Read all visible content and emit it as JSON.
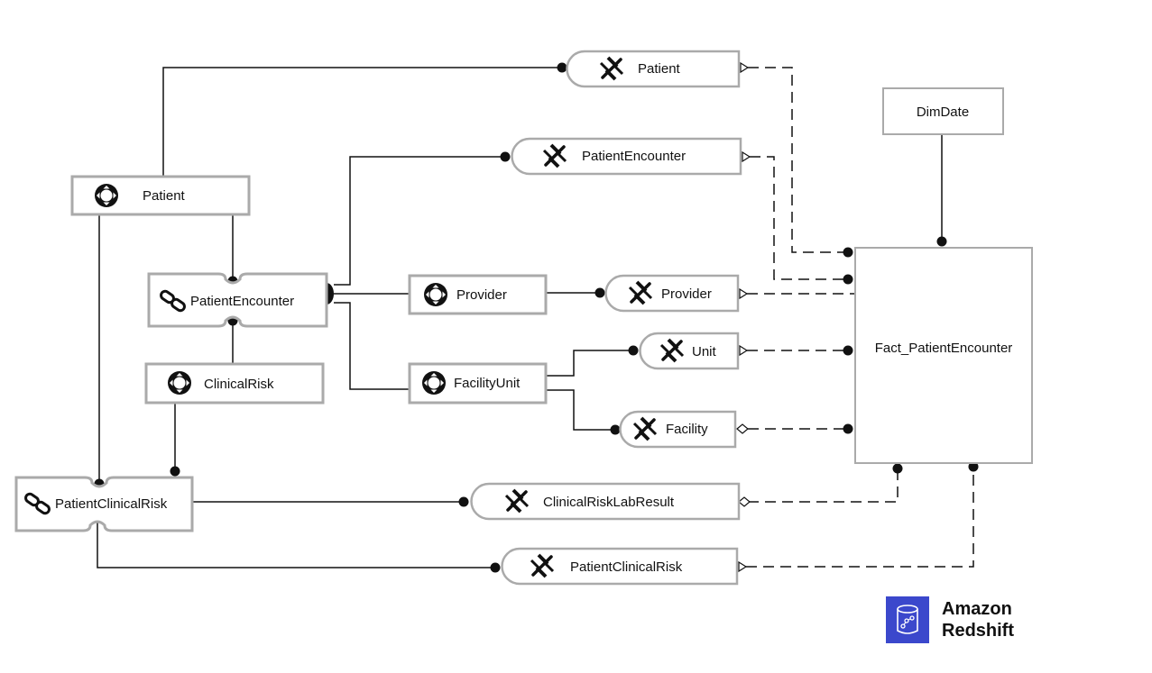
{
  "hubs": {
    "patient": "Patient",
    "provider": "Provider",
    "clinical_risk": "ClinicalRisk",
    "facility_unit": "FacilityUnit"
  },
  "links": {
    "patient_encounter": "PatientEncounter",
    "patient_clinical_risk": "PatientClinicalRisk"
  },
  "satellites": {
    "patient": "Patient",
    "patient_encounter": "PatientEncounter",
    "provider": "Provider",
    "unit": "Unit",
    "facility": "Facility",
    "clinical_risk_lab_result": "ClinicalRiskLabResult",
    "patient_clinical_risk": "PatientClinicalRisk"
  },
  "dimensions": {
    "dim_date": "DimDate"
  },
  "facts": {
    "fact_patient_encounter": "Fact_PatientEncounter"
  },
  "brand": {
    "line1": "Amazon",
    "line2": "Redshift",
    "color": "#3b48cc"
  },
  "icons": {
    "hub": "hub-icon",
    "link": "link-chain-icon",
    "satellite": "satellite-icon",
    "redshift": "amazon-redshift-icon"
  }
}
